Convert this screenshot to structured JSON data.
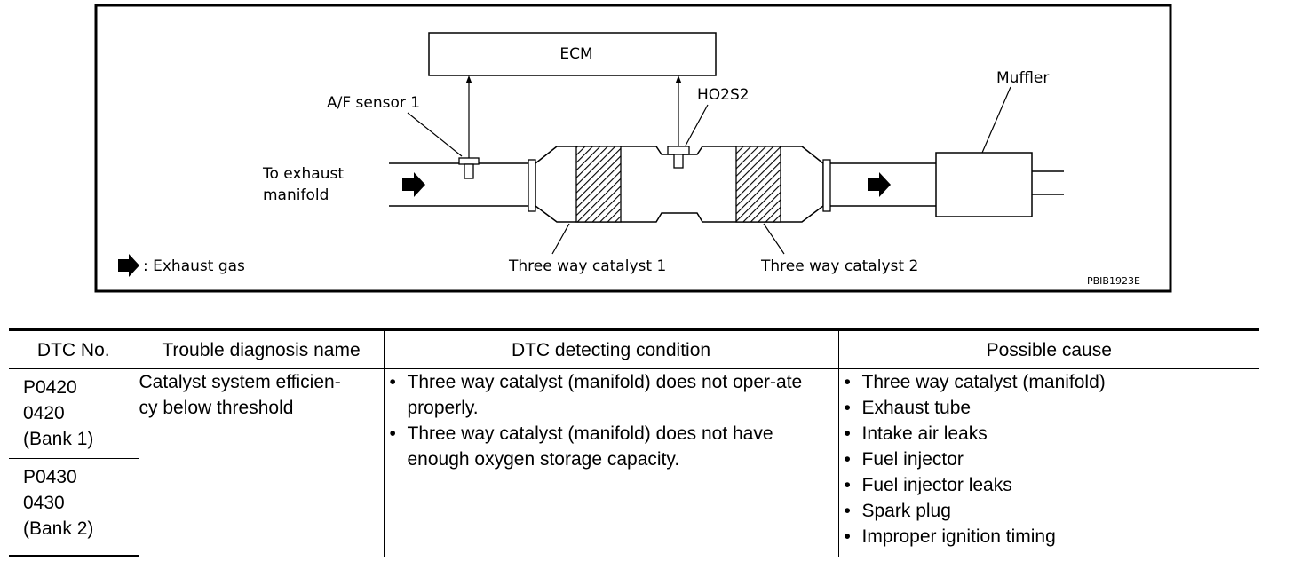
{
  "diagram": {
    "ecm_label": "ECM",
    "af_sensor_label": "A/F sensor 1",
    "ho2s2_label": "HO2S2",
    "muffler_label": "Muffler",
    "to_exhaust_line1": "To exhaust",
    "to_exhaust_line2": "manifold",
    "legend_label": ": Exhaust gas",
    "catalyst1_label": "Three way catalyst 1",
    "catalyst2_label": "Three way catalyst 2",
    "figure_code": "PBIB1923E"
  },
  "table": {
    "headers": [
      "DTC No.",
      "Trouble diagnosis name",
      "DTC detecting condition",
      "Possible cause"
    ],
    "dtc_bank1": [
      "P0420",
      "0420",
      "(Bank 1)"
    ],
    "dtc_bank2": [
      "P0430",
      "0430",
      "(Bank 2)"
    ],
    "diagnosis_name_line1": "Catalyst system efficien-",
    "diagnosis_name_line2": "cy below threshold",
    "conditions": [
      "Three way catalyst (manifold) does not oper-ate properly.",
      "Three way catalyst (manifold) does not have enough oxygen storage capacity."
    ],
    "causes": [
      "Three way catalyst (manifold)",
      "Exhaust tube",
      "Intake air leaks",
      "Fuel injector",
      "Fuel injector leaks",
      "Spark plug",
      "Improper ignition timing"
    ]
  }
}
